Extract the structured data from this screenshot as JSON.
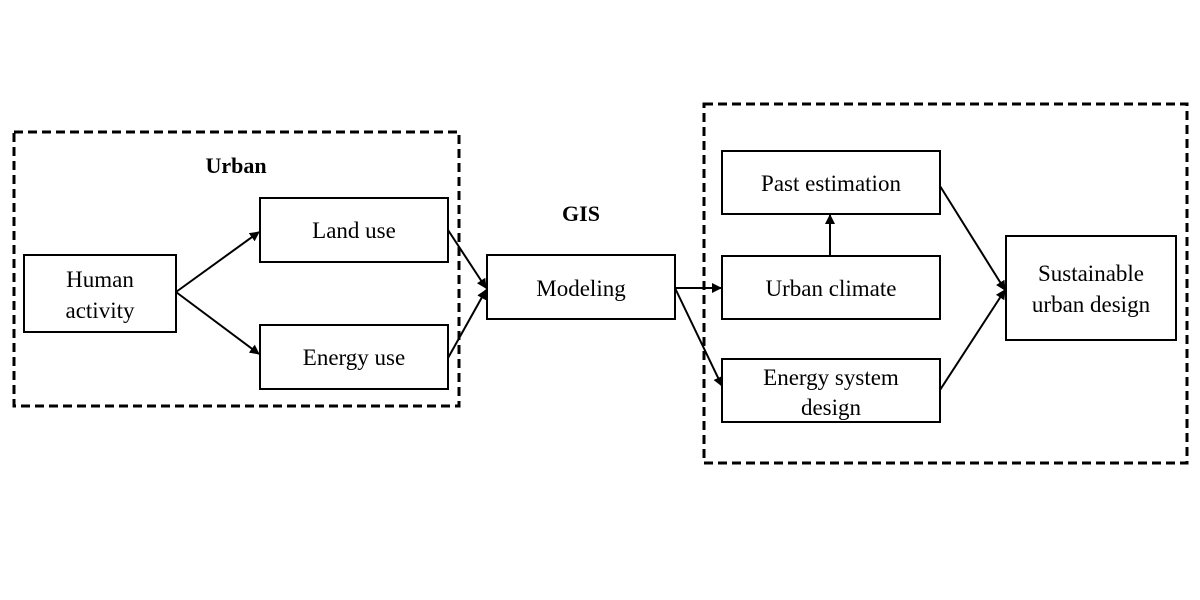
{
  "groups": {
    "urban": {
      "label": "Urban"
    },
    "gis": {
      "label": "GIS"
    }
  },
  "nodes": {
    "human_activity": {
      "line1": "Human",
      "line2": "activity"
    },
    "land_use": {
      "label": "Land use"
    },
    "energy_use": {
      "label": "Energy use"
    },
    "modeling": {
      "label": "Modeling"
    },
    "past_estimation": {
      "label": "Past estimation"
    },
    "urban_climate": {
      "label": "Urban climate"
    },
    "energy_system_design": {
      "line1": "Energy system",
      "line2": "design"
    },
    "sustainable_urban_design": {
      "line1": "Sustainable",
      "line2": "urban design"
    }
  },
  "colors": {
    "stroke": "#000000",
    "background": "#ffffff"
  }
}
